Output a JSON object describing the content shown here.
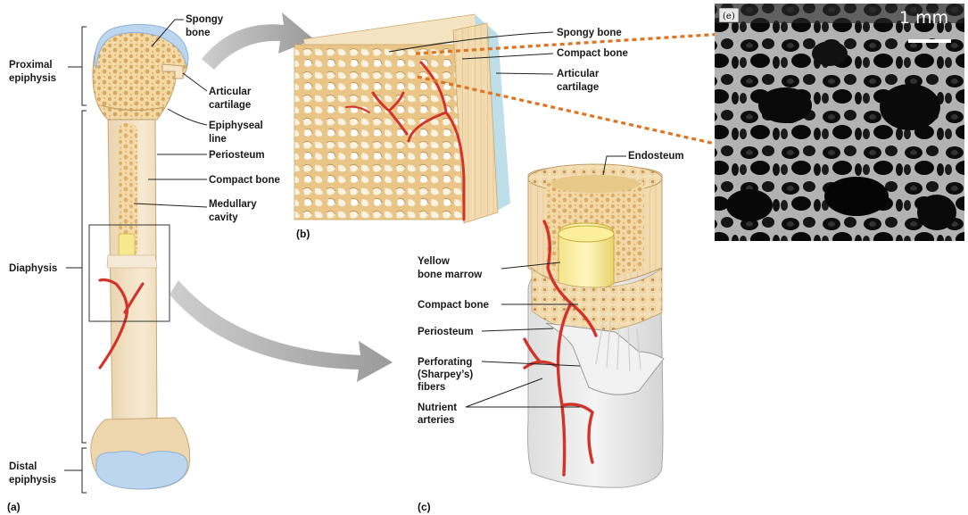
{
  "panel_a": {
    "panel_label": "(a)",
    "regions": {
      "proximal_line1": "Proximal",
      "proximal_line2": "epiphysis",
      "diaphysis": "Diaphysis",
      "distal_line1": "Distal",
      "distal_line2": "epiphysis"
    },
    "labels": {
      "spongy_line1": "Spongy",
      "spongy_line2": "bone",
      "articular_line1": "Articular",
      "articular_line2": "cartilage",
      "epiphyseal_line1": "Epiphyseal",
      "epiphyseal_line2": "line",
      "periosteum": "Periosteum",
      "compact": "Compact bone",
      "medullary_line1": "Medullary",
      "medullary_line2": "cavity"
    }
  },
  "panel_b": {
    "panel_label": "(b)",
    "labels": {
      "spongy": "Spongy bone",
      "compact": "Compact bone",
      "articular_line1": "Articular",
      "articular_line2": "cartilage"
    }
  },
  "panel_c": {
    "panel_label": "(c)",
    "labels": {
      "endosteum": "Endosteum",
      "yellow_line1": "Yellow",
      "yellow_line2": "bone marrow",
      "compact": "Compact bone",
      "periosteum": "Periosteum",
      "perforating_line1": "Perforating",
      "perforating_line2": "(Sharpey’s)",
      "perforating_line3": "fibers",
      "nutrient_line1": "Nutrient",
      "nutrient_line2": "arteries"
    }
  },
  "micrograph": {
    "panel_label": "(e)",
    "scale_bar_label": "1 mm"
  },
  "colors": {
    "bone": "#f1d9a9",
    "bone_dark": "#e3bd7c",
    "cartilage": "#bcd6f0",
    "artery": "#d2332a",
    "orange_arrow": "#e0731f",
    "grey_arrow": "#9a9a9a"
  }
}
